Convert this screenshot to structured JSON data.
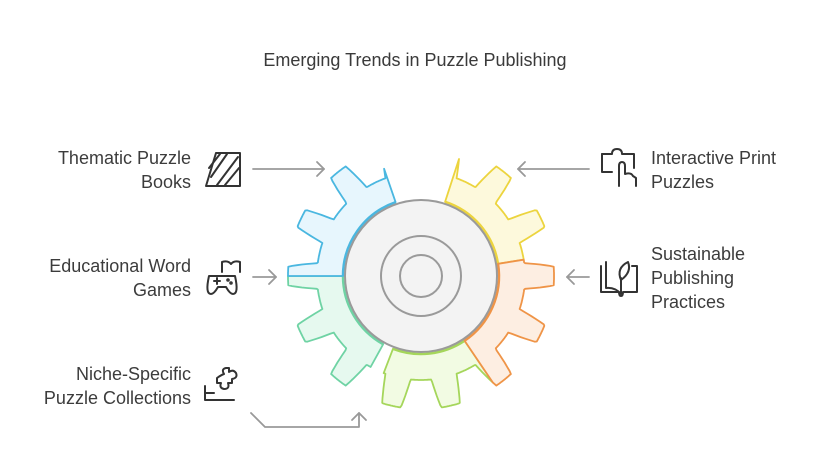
{
  "title": "Emerging Trends in Puzzle Publishing",
  "items": [
    {
      "id": "thematic",
      "lines": [
        "Thematic Puzzle",
        "Books"
      ],
      "icon": "book-stripes-icon",
      "color": "#6fd3a4",
      "fill": "#e6f9ef"
    },
    {
      "id": "interactive",
      "lines": [
        "Interactive Print",
        "Puzzles"
      ],
      "icon": "puzzle-hand-icon",
      "color": "#4ab7e0",
      "fill": "#e7f6fd"
    },
    {
      "id": "educational",
      "lines": [
        "Educational Word",
        "Games"
      ],
      "icon": "gamepad-book-icon",
      "color": "#a5d65b",
      "fill": "#f2fbe3"
    },
    {
      "id": "sustainable",
      "lines": [
        "Sustainable",
        "Publishing",
        "Practices"
      ],
      "icon": "book-leaf-icon",
      "color": "#ecd43e",
      "fill": "#fdf9dc"
    },
    {
      "id": "niche",
      "lines": [
        "Niche-Specific",
        "Puzzle Collections"
      ],
      "icon": "puzzle-piece-icon",
      "color": "#ef9447",
      "fill": "#fdeee2"
    }
  ]
}
